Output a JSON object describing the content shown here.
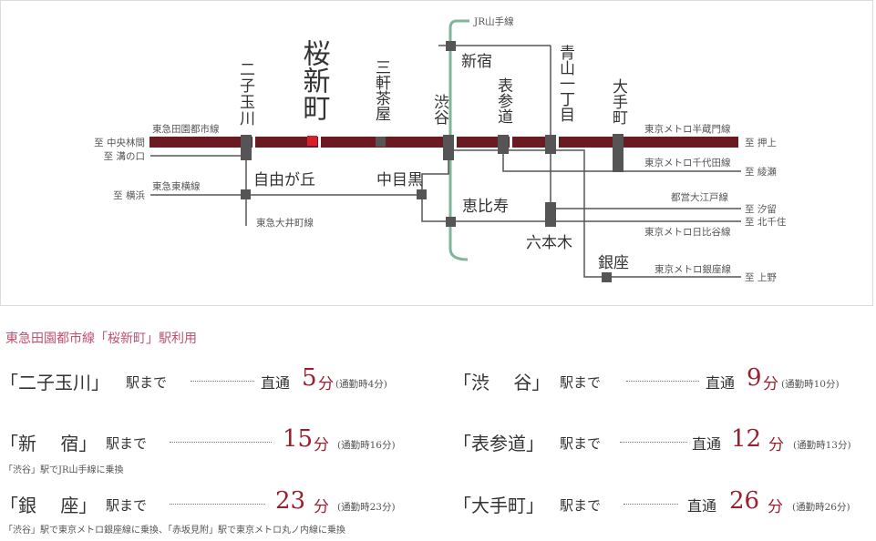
{
  "map": {
    "colors": {
      "denentoshi": "#6b1a22",
      "yamanote": "#7fb69b",
      "sakura_station": "#d6202a",
      "line": "#555555",
      "station": "#555555"
    },
    "stations": {
      "futako": "二子玉川",
      "sakura": "桜新町",
      "sangenjaya": "三軒茶屋",
      "shibuya": "渋谷",
      "omotesando": "表参道",
      "aoyama": "青山一丁目",
      "otemachi": "大手町",
      "shinjuku": "新宿",
      "jiyugaoka": "自由が丘",
      "nakameguro": "中目黒",
      "ebisu": "恵比寿",
      "roppongi": "六本木",
      "ginza": "銀座"
    },
    "lines": {
      "denentoshi": "東急田園都市線",
      "toyoko": "東急東横線",
      "oimachi": "東急大井町線",
      "yamanote": "JR山手線",
      "hanzomon": "東京メトロ半蔵門線",
      "chiyoda": "東京メトロ千代田線",
      "oedo": "都営大江戸線",
      "hibiya": "東京メトロ日比谷線",
      "ginza": "東京メトロ銀座線"
    },
    "destinations": {
      "chuo_rinkan": "至 中央林間",
      "mizonokuchi": "至 溝の口",
      "yokohama": "至 横浜",
      "oshiage": "至 押上",
      "ayase": "至 綾瀬",
      "shiodome": "至 汐留",
      "kitasenju": "至 北千住",
      "ueno": "至 上野"
    }
  },
  "access": {
    "title": "東急田園都市線「桜新町」駅利用",
    "suffix": "駅まで",
    "routes": [
      {
        "station": "「二子玉川」",
        "direct": "直通",
        "minutes": "5",
        "unit": "分",
        "rush": "(通勤時4分)",
        "note": ""
      },
      {
        "station": "「渋　 谷」",
        "direct": "直通",
        "minutes": "9",
        "unit": "分",
        "rush": "(通勤時10分)",
        "note": ""
      },
      {
        "station": "「新　 宿」",
        "direct": "",
        "minutes": "15",
        "unit": "分",
        "rush": "(通勤時16分)",
        "note": "「渋谷」駅でJR山手線に乗換"
      },
      {
        "station": "「表参道」",
        "direct": "直通",
        "minutes": "12",
        "unit": "分",
        "rush": "(通勤時13分)",
        "note": ""
      },
      {
        "station": "「銀　 座」",
        "direct": "",
        "minutes": "23",
        "unit": "分",
        "rush": "(通勤時23分)",
        "note": "「渋谷」駅で東京メトロ銀座線に乗換、「赤坂見附」駅で東京メトロ丸ノ内線に乗換"
      },
      {
        "station": "「大手町」",
        "direct": "直通",
        "minutes": "26",
        "unit": "分",
        "rush": "(通勤時26分)",
        "note": ""
      }
    ]
  }
}
